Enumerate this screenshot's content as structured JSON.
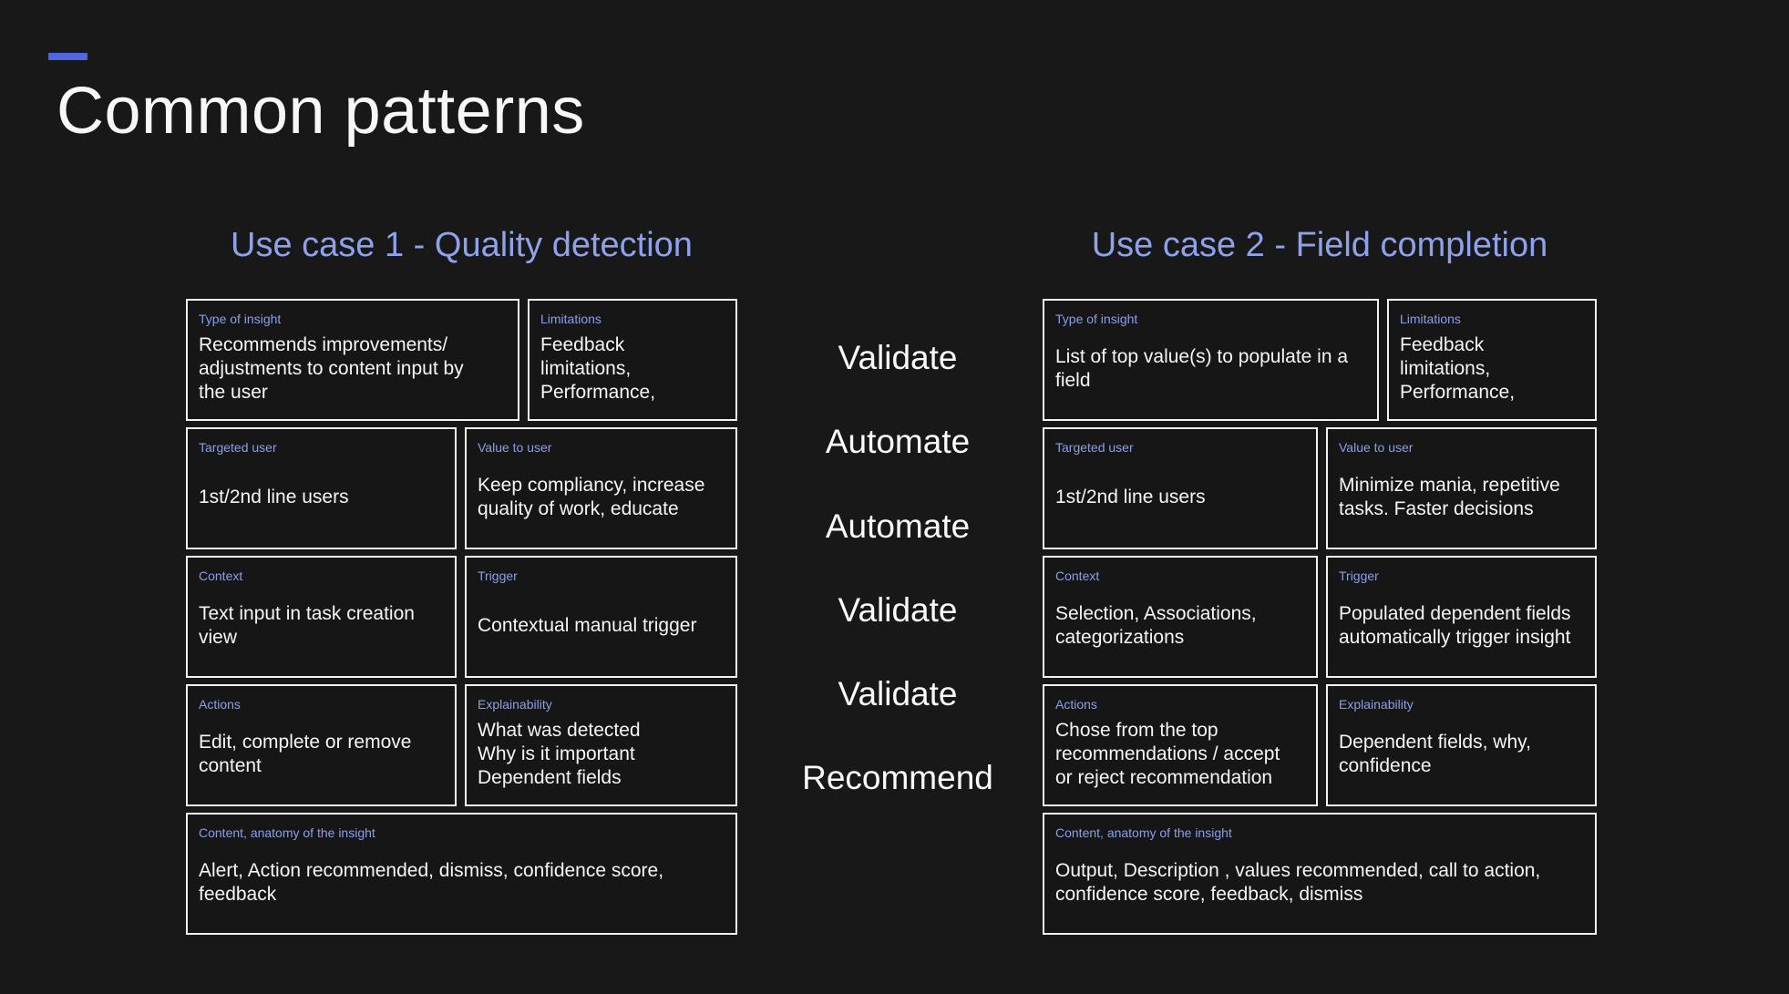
{
  "slide": {
    "title": "Common patterns"
  },
  "flow_labels": [
    "Validate",
    "Automate",
    "Automate",
    "Validate",
    "Validate",
    "Recommend"
  ],
  "use_case_1": {
    "title": "Use case 1 - Quality detection",
    "cards": [
      {
        "label": "Type of insight",
        "text": "Recommends improvements/\nadjustments to content input by\nthe user"
      },
      {
        "label": "Limitations",
        "text": "Feedback\nlimitations,\nPerformance,"
      },
      {
        "label": "Targeted user",
        "text": "1st/2nd line users"
      },
      {
        "label": "Value to user",
        "text": "Keep compliancy, increase\nquality of work, educate"
      },
      {
        "label": "Context",
        "text": "Text input in task creation\nview"
      },
      {
        "label": "Trigger",
        "text": "Contextual manual trigger"
      },
      {
        "label": "Actions",
        "text": "Edit, complete or remove\ncontent"
      },
      {
        "label": "Explainability",
        "text": "What was detected\nWhy is it important\nDependent fields"
      },
      {
        "label": "Content, anatomy of the insight",
        "text": "Alert, Action recommended, dismiss, confidence score,\nfeedback"
      }
    ]
  },
  "use_case_2": {
    "title": "Use case 2 - Field completion",
    "cards": [
      {
        "label": "Type of insight",
        "text": "List of top value(s) to populate in a\nfield"
      },
      {
        "label": "Limitations",
        "text": "Feedback\nlimitations,\nPerformance,"
      },
      {
        "label": "Targeted user",
        "text": "1st/2nd line users"
      },
      {
        "label": "Value to user",
        "text": "Minimize mania, repetitive\ntasks. Faster decisions"
      },
      {
        "label": "Context",
        "text": "Selection, Associations,\ncategorizations"
      },
      {
        "label": "Trigger",
        "text": "Populated dependent fields\nautomatically trigger insight"
      },
      {
        "label": "Actions",
        "text": "Chose from the top\nrecommendations / accept\nor reject recommendation"
      },
      {
        "label": "Explainability",
        "text": "Dependent fields, why,\nconfidence"
      },
      {
        "label": "Content, anatomy of the insight",
        "text": "Output, Description , values recommended, call to action,\nconfidence score, feedback, dismiss"
      }
    ]
  },
  "colors": {
    "background": "#181818",
    "card_border": "#f2f2f2",
    "label_blue": "#8b9fe8",
    "heading_blue": "#8da2ea",
    "text_white": "#f5f5f5",
    "accent_dash": "#5165e3"
  }
}
